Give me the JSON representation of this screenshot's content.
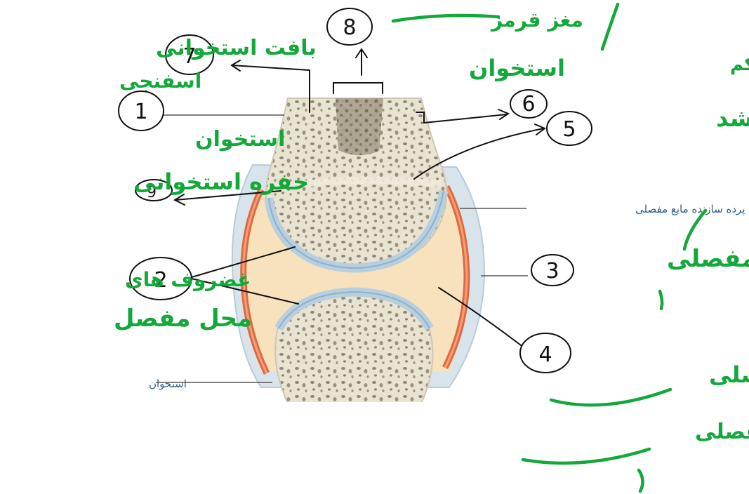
{
  "printed_labels": {
    "synovial_membrane": "پرده سازنده مایع مفصلی",
    "bone": "استخوان"
  },
  "numbers": {
    "n1": "1",
    "n2": "2",
    "n3": "3",
    "n4": "4",
    "n5": "5",
    "n6": "6",
    "n7": "7",
    "n8": "8",
    "n9": "9"
  },
  "handwritten": {
    "spongy_bone_1": "بافت استخوانی",
    "spongy_bone_2": "اسفنجی",
    "bone_1": "استخوان",
    "hollow_1": "حفره استخوانی",
    "cartilages_1": "غضروف های",
    "cartilages_2": "محل مفصل",
    "capsule_1": "کپسول مفصلی",
    "joint_cavity_1": "حفره مفصلی",
    "joint_cavity_2": "حاوی مایع مفصلی",
    "marrow_1": "مغز قرمز",
    "marrow_2": "استخوان",
    "compact_1": "بافت استخوانی متراکم",
    "growth_1": "صفحه رشد"
  },
  "colors": {
    "ink": "#13a83a",
    "cartilage": "#b7cfdf",
    "capsule": "#e06a3f",
    "fluid": "#f7e2bd",
    "bone": "#e6dfcd",
    "label_blue": "#2f5f88"
  }
}
